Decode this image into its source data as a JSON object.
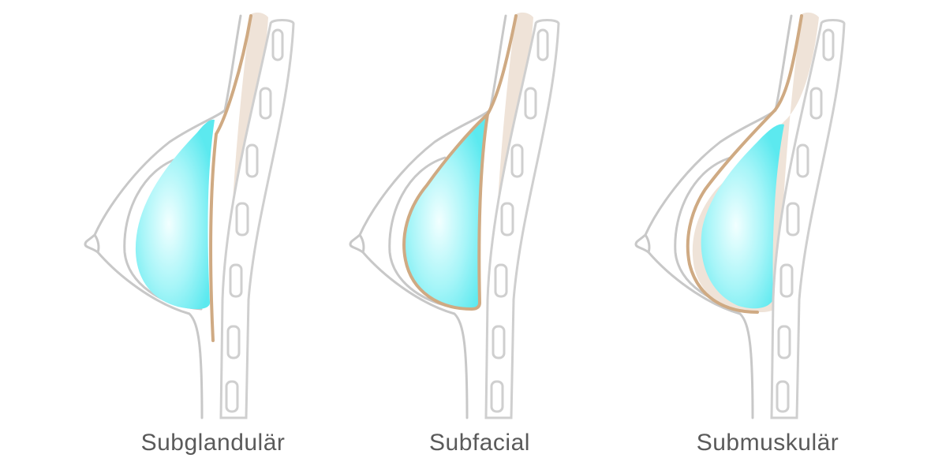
{
  "placements": [
    {
      "id": "subglandular",
      "label": "Subglandulär"
    },
    {
      "id": "subfacial",
      "label": "Subfacial"
    },
    {
      "id": "submuskular",
      "label": "Submuskulär"
    }
  ],
  "colors": {
    "outline": "#c8c8c8",
    "rib": "#cfcfcf",
    "muscle": "#efe3d8",
    "fascia": "#cfaa83",
    "implant": "#5ce9ef",
    "implant_highlight": "#f2ffff",
    "label_text": "#5a5a5a"
  }
}
